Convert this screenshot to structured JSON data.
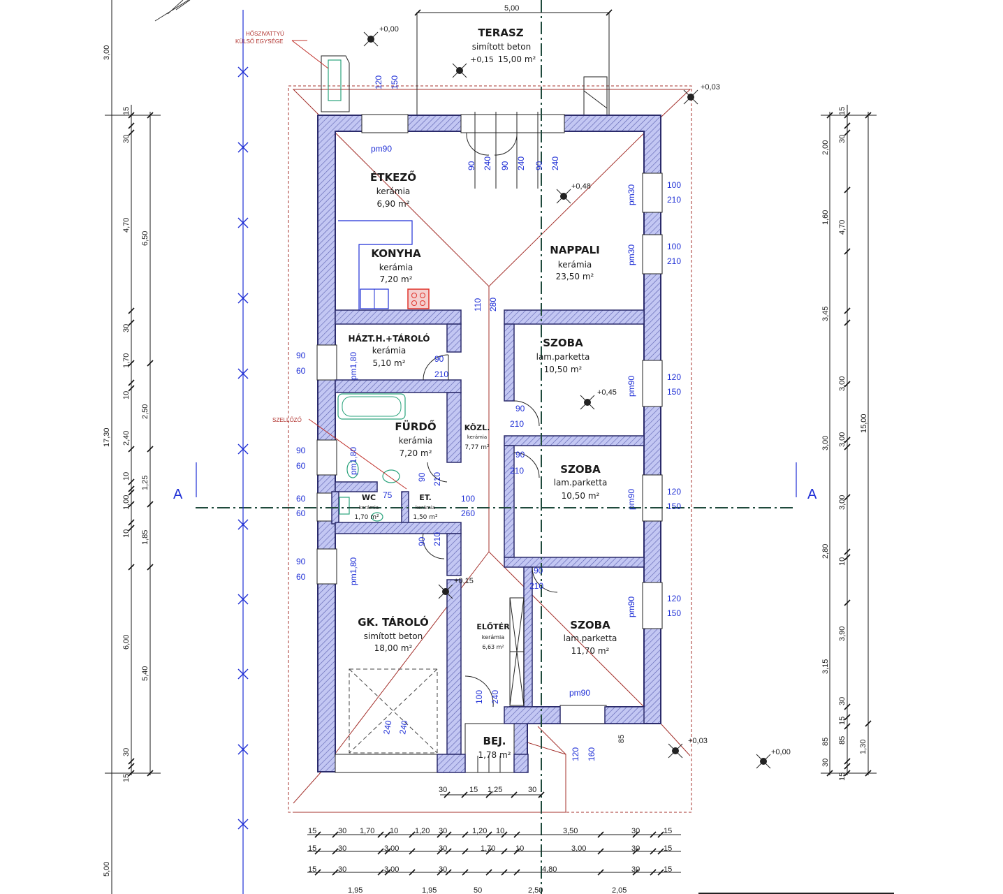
{
  "rooms": {
    "terasz": {
      "name": "TERASZ",
      "finish": "simított beton",
      "level": "+0,15",
      "area": "15,00 m²"
    },
    "etkezo": {
      "name": "ÉTKEZŐ",
      "finish": "kerámia",
      "area": "6,90 m²"
    },
    "konyha": {
      "name": "KONYHA",
      "finish": "kerámia",
      "area": "7,20 m²"
    },
    "nappali": {
      "name": "NAPPALI",
      "finish": "kerámia",
      "area": "23,50 m²"
    },
    "haztar": {
      "name": "HÁZT.H.+TÁROLÓ",
      "finish": "kerámia",
      "area": "5,10 m²"
    },
    "szoba1": {
      "name": "SZOBA",
      "finish": "lam.parketta",
      "area": "10,50 m²"
    },
    "furdo": {
      "name": "FÜRDŐ",
      "finish": "kerámia",
      "area": "7,20 m²"
    },
    "kozl": {
      "name": "KÖZL.",
      "finish": "kerámia",
      "area": "7,77 m²"
    },
    "szoba2": {
      "name": "SZOBA",
      "finish": "lam.parketta",
      "area": "10,50 m²"
    },
    "wc": {
      "name": "WC",
      "finish": "kerámia",
      "area": "1,70 m²"
    },
    "et": {
      "name": "ET.",
      "finish": "kerámia",
      "area": "1,50 m²"
    },
    "gktarolo": {
      "name": "GK. TÁROLÓ",
      "finish": "simított beton",
      "area": "18,00 m²"
    },
    "eloter": {
      "name": "ELŐTÉR",
      "finish": "kerámia",
      "area": "6,63 m²"
    },
    "szoba3": {
      "name": "SZOBA",
      "finish": "lam.parketta",
      "area": "11,70 m²"
    },
    "bej": {
      "name": "BEJ.",
      "area": "1,78 m²"
    }
  },
  "notes": {
    "hoszivattyu_1": "HŐSZIVATTYÚ",
    "hoszivattyu_2": "KÜLSŐ EGYSÉGE",
    "szellozo": "SZELLŐZŐ",
    "section_left": "A",
    "section_right": "A"
  },
  "levels": {
    "l1": "+0,00",
    "l2": "+0,03",
    "l3": "+0,48",
    "l4": "+0,45",
    "l5": "+0,15",
    "l6": "+0,03",
    "l7": "+0,00"
  },
  "openings": {
    "pm90_top": "pm90",
    "pm90_bottom": "pm90",
    "pm30_a": "pm30",
    "pm30_b": "pm30",
    "pm90_r1": "pm90",
    "pm90_r2": "pm90",
    "pm90_r3": "pm90",
    "pm180_a": "pm1,80",
    "pm180_b": "pm1,80",
    "pm180_c": "pm1,80",
    "n100": "100",
    "n210": "210",
    "n120": "120",
    "n150": "150",
    "n90": "90",
    "n60": "60",
    "n240": "240",
    "n110": "110",
    "n280": "280",
    "n75": "75",
    "n260": "260",
    "n160": "160",
    "n85": "85"
  },
  "dims": {
    "top_500": "5,00",
    "left_outer": [
      "3,00",
      "17,30",
      "5,00"
    ],
    "left_inner": [
      "15",
      "30",
      "4,70",
      "30",
      "1,70",
      "10",
      "2,40",
      "10",
      "1,00",
      "10",
      "6,00",
      "30",
      "15"
    ],
    "left_third": [
      "6,50",
      "2,50",
      "1,25",
      "1,85",
      "5,40"
    ],
    "right_inner": [
      "15",
      "30",
      "2,00",
      "1,60",
      "3,45",
      "3,00",
      "3,00",
      "3,00",
      "2,80",
      "3,90",
      "3,15",
      "30",
      "85",
      "15",
      "30",
      "15"
    ],
    "right_third": [
      "4,70",
      "3,00",
      "10",
      "10",
      "10",
      "1,30"
    ],
    "right_total": "15,00",
    "bottom_row0": [
      "30",
      "15",
      "1,25",
      "30"
    ],
    "bottom_row1": [
      "15",
      "30",
      "1,70",
      "10",
      "1,20",
      "30",
      "1,20",
      "10",
      "3,50",
      "30",
      "15"
    ],
    "bottom_row2": [
      "15",
      "30",
      "3,00",
      "30",
      "1,70",
      "10",
      "3,00",
      "30",
      "15"
    ],
    "bottom_row3": [
      "15",
      "30",
      "3,00",
      "30",
      "4,80",
      "30",
      "15"
    ],
    "bottom_row4": [
      "1,95",
      "1,95",
      "50",
      "2,50",
      "2,05"
    ]
  }
}
